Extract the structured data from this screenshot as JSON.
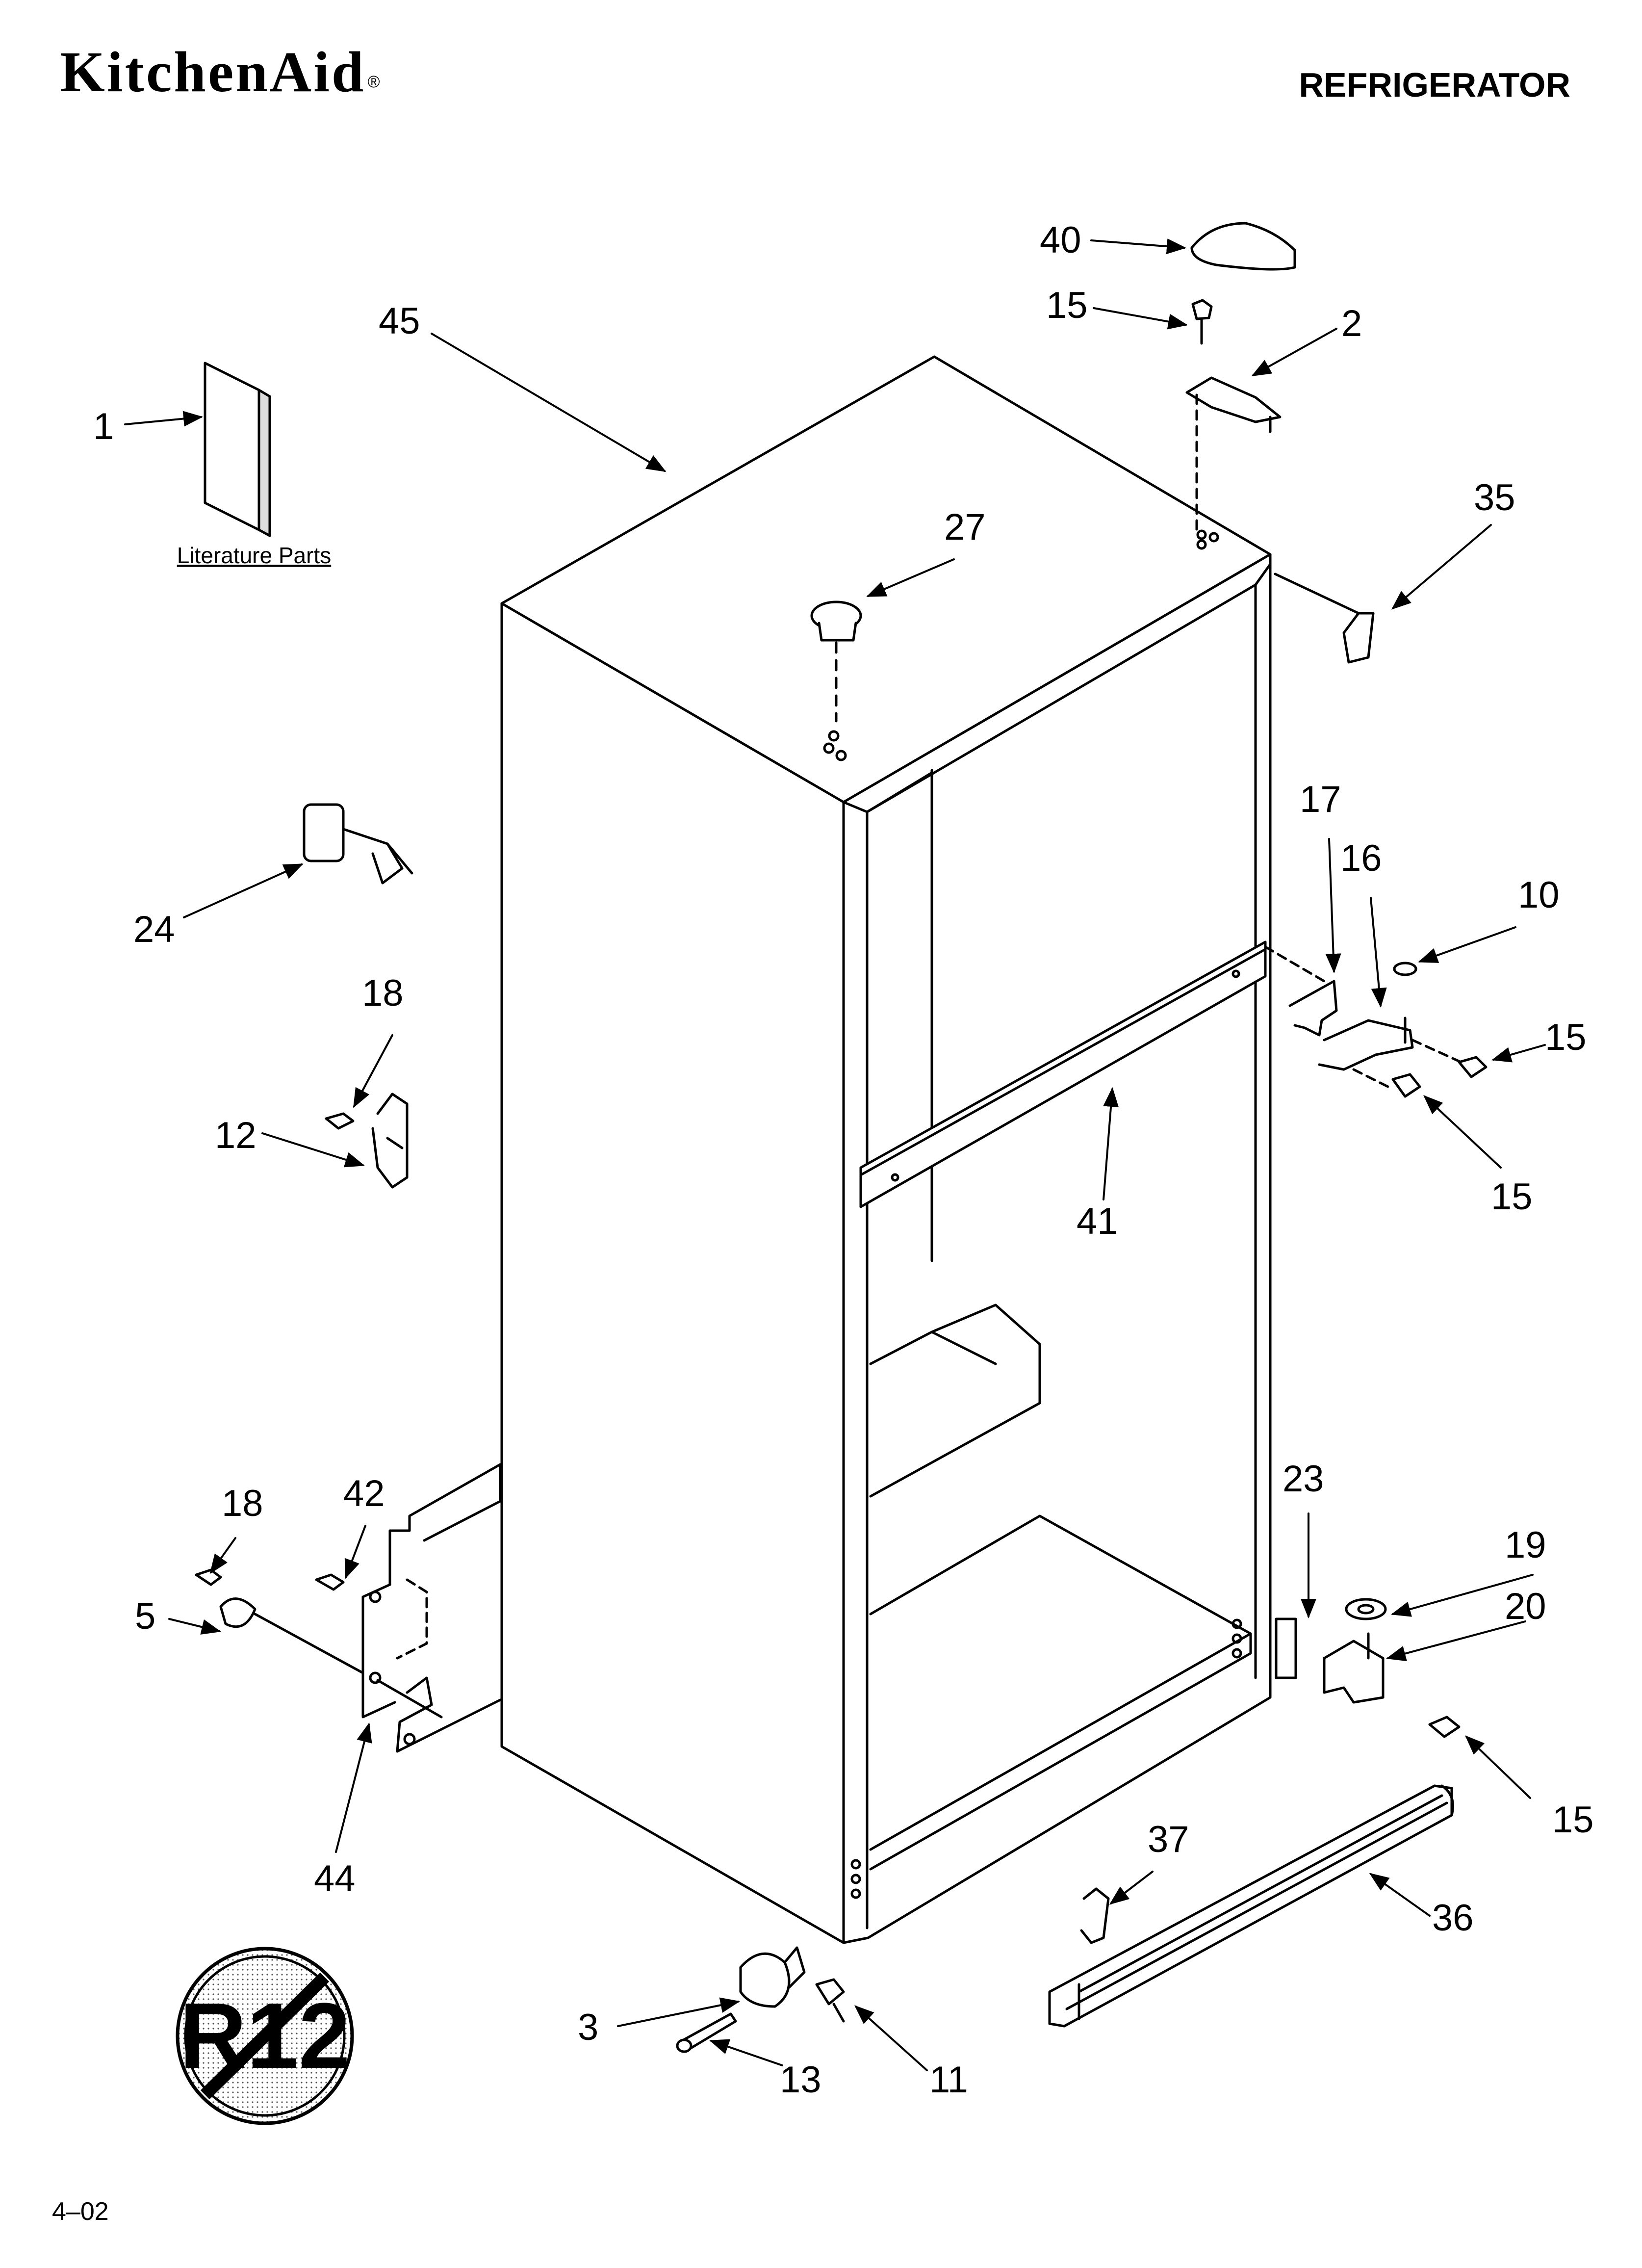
{
  "header": {
    "brand": "KitchenAid",
    "brand_mark": "®",
    "title": "REFRIGERATOR"
  },
  "literature_label": "Literature Parts",
  "r12_badge": "R12",
  "footer": {
    "code": "4–02"
  },
  "callouts": [
    {
      "id": "c1",
      "label": "1"
    },
    {
      "id": "c2",
      "label": "2"
    },
    {
      "id": "c3",
      "label": "3"
    },
    {
      "id": "c5",
      "label": "5"
    },
    {
      "id": "c10",
      "label": "10"
    },
    {
      "id": "c11",
      "label": "11"
    },
    {
      "id": "c12",
      "label": "12"
    },
    {
      "id": "c13",
      "label": "13"
    },
    {
      "id": "c15a",
      "label": "15"
    },
    {
      "id": "c15b",
      "label": "15"
    },
    {
      "id": "c15c",
      "label": "15"
    },
    {
      "id": "c15d",
      "label": "15"
    },
    {
      "id": "c16",
      "label": "16"
    },
    {
      "id": "c17",
      "label": "17"
    },
    {
      "id": "c18a",
      "label": "18"
    },
    {
      "id": "c18b",
      "label": "18"
    },
    {
      "id": "c19",
      "label": "19"
    },
    {
      "id": "c20",
      "label": "20"
    },
    {
      "id": "c23",
      "label": "23"
    },
    {
      "id": "c24",
      "label": "24"
    },
    {
      "id": "c27",
      "label": "27"
    },
    {
      "id": "c35",
      "label": "35"
    },
    {
      "id": "c36",
      "label": "36"
    },
    {
      "id": "c37",
      "label": "37"
    },
    {
      "id": "c40",
      "label": "40"
    },
    {
      "id": "c41",
      "label": "41"
    },
    {
      "id": "c42",
      "label": "42"
    },
    {
      "id": "c44",
      "label": "44"
    },
    {
      "id": "c45",
      "label": "45"
    }
  ]
}
